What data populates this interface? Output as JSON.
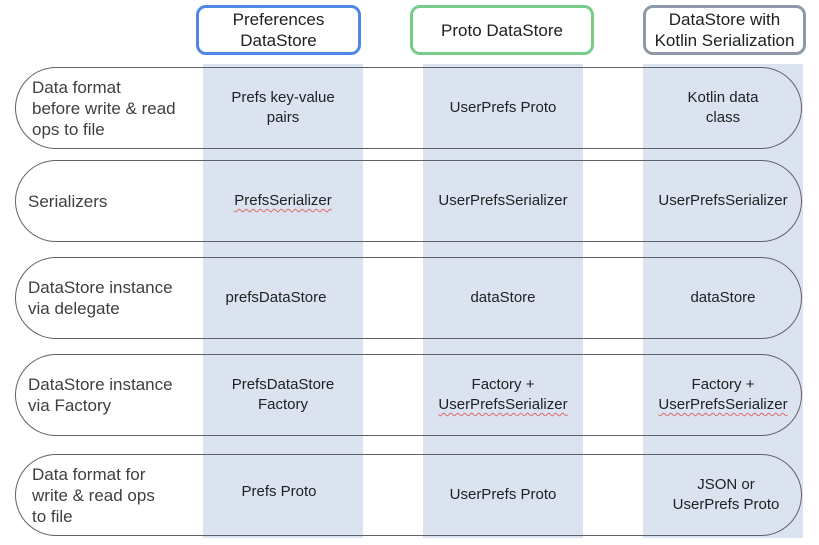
{
  "columns": [
    {
      "header": "Preferences\nDataStore",
      "border_color": "#4f86e8"
    },
    {
      "header": "Proto DataStore",
      "border_color": "#78cc8a"
    },
    {
      "header": "DataStore with\nKotlin Serialization",
      "border_color": "#8e99a8"
    }
  ],
  "band_color": "#dae3ef",
  "rows": [
    {
      "label": "Data format\nbefore write & read\nops to file",
      "cells": [
        "Prefs key-value\npairs",
        "UserPrefs Proto",
        "Kotlin data\nclass"
      ]
    },
    {
      "label": "Serializers",
      "cells": [
        "PrefsSerializer",
        "UserPrefsSerializer",
        "UserPrefsSerializer"
      ]
    },
    {
      "label": "DataStore instance\nvia delegate",
      "cells": [
        "prefsDataStore",
        "dataStore",
        "dataStore"
      ]
    },
    {
      "label": "DataStore instance\nvia Factory",
      "cells": [
        "PrefsDataStore\nFactory",
        "Factory +",
        "Factory +"
      ],
      "cells_line2": [
        "",
        "UserPrefsSerializer",
        "UserPrefsSerializer"
      ]
    },
    {
      "label": "Data format for\nwrite & read ops\nto file",
      "cells": [
        "Prefs Proto",
        "UserPrefs Proto",
        "JSON or\nUserPrefs Proto"
      ]
    }
  ]
}
